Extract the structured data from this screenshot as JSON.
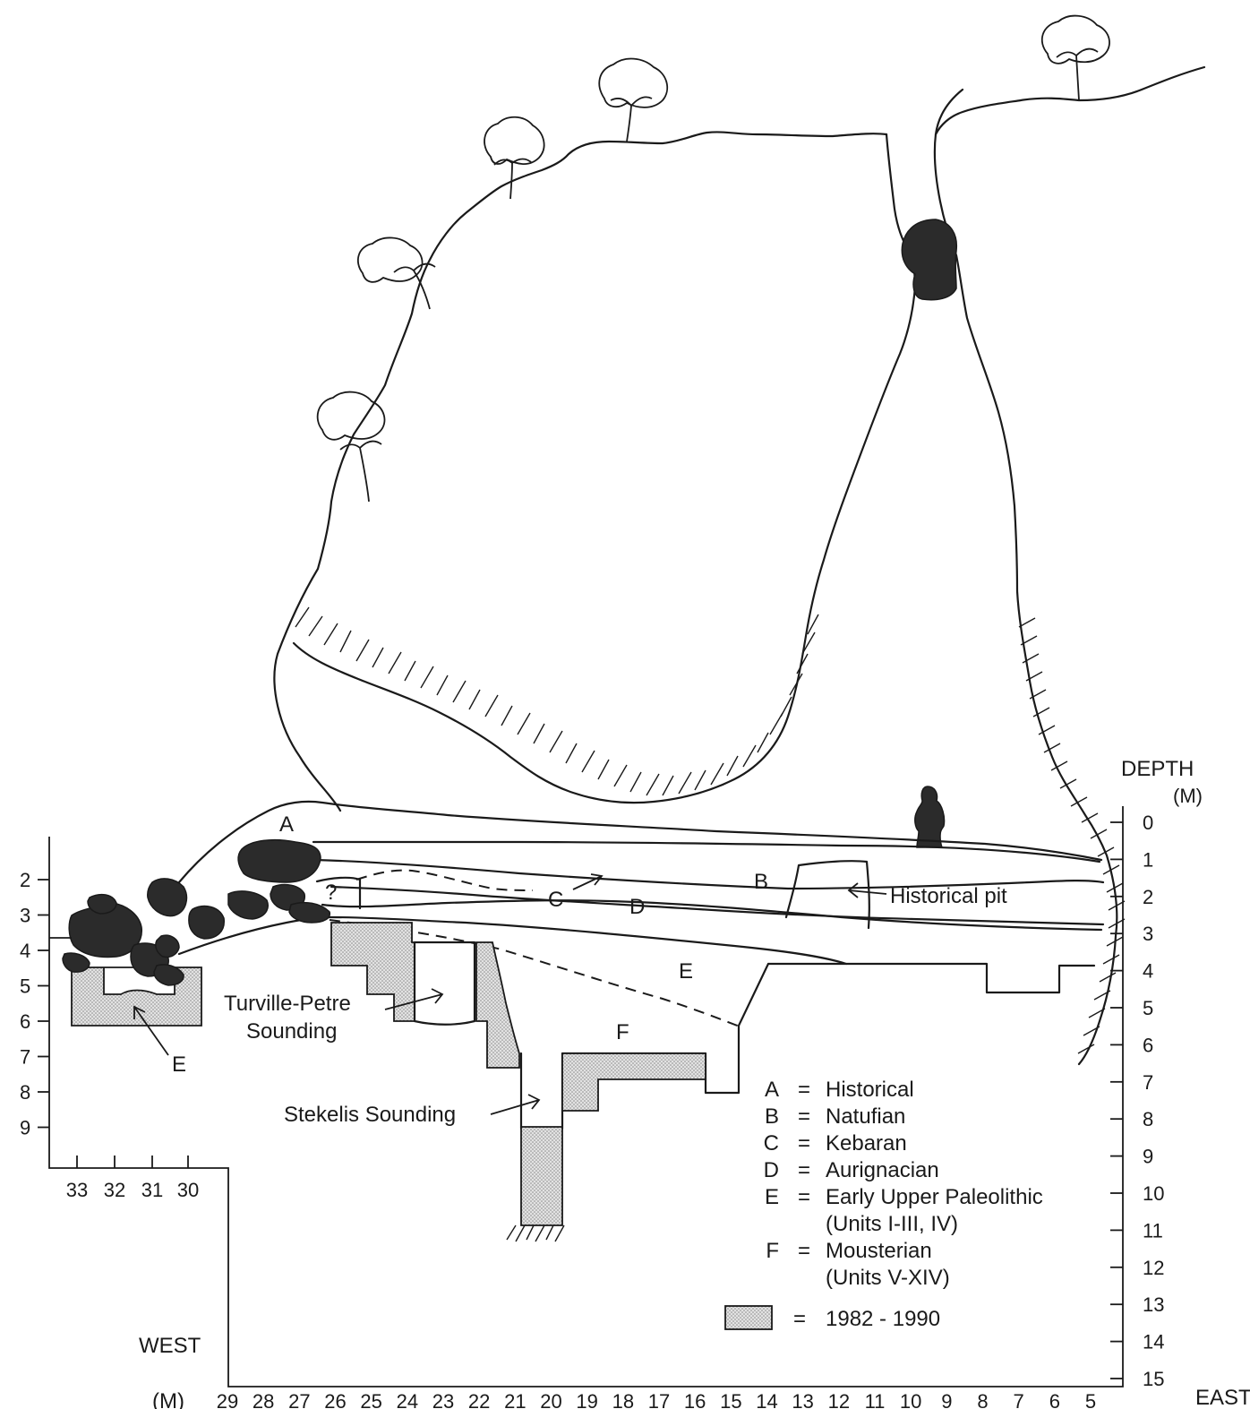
{
  "depth_axis": {
    "title": "DEPTH",
    "unit": "(M)",
    "ticks": [
      "0",
      "1",
      "2",
      "3",
      "4",
      "5",
      "6",
      "7",
      "8",
      "9",
      "10",
      "11",
      "12",
      "13",
      "14",
      "15"
    ]
  },
  "west_depth_ticks": [
    "2",
    "3",
    "4",
    "5",
    "6",
    "7",
    "8",
    "9"
  ],
  "west_grid_ticks": [
    "33",
    "32",
    "31",
    "30"
  ],
  "bottom_axis": {
    "west_label": "WEST",
    "unit": "(M)",
    "east_label": "EAST",
    "ticks": [
      "29",
      "28",
      "27",
      "26",
      "25",
      "24",
      "23",
      "22",
      "21",
      "20",
      "19",
      "18",
      "17",
      "16",
      "15",
      "14",
      "13",
      "12",
      "11",
      "10",
      "9",
      "8",
      "7",
      "6",
      "5"
    ]
  },
  "layer_labels": {
    "a": "A",
    "b": "B",
    "c": "C",
    "d": "D",
    "e": "E",
    "e_west": "E",
    "f": "F",
    "unknown": "?"
  },
  "annotations": {
    "historical_pit": "Historical pit",
    "turville_line1": "Turville-Petre",
    "turville_line2": "Sounding",
    "stekelis": "Stekelis Sounding"
  },
  "legend": [
    {
      "key": "A",
      "eq": "=",
      "text": "Historical"
    },
    {
      "key": "B",
      "eq": "=",
      "text": "Natufian"
    },
    {
      "key": "C",
      "eq": "=",
      "text": "Kebaran"
    },
    {
      "key": "D",
      "eq": "=",
      "text": "Aurignacian"
    },
    {
      "key": "E",
      "eq": "=",
      "text": "Early Upper Paleolithic",
      "sub": "(Units I-III, IV)"
    },
    {
      "key": "F",
      "eq": "=",
      "text": "Mousterian",
      "sub": "(Units V-XIV)"
    }
  ],
  "legend_swatch": {
    "eq": "=",
    "text": "1982 - 1990"
  }
}
